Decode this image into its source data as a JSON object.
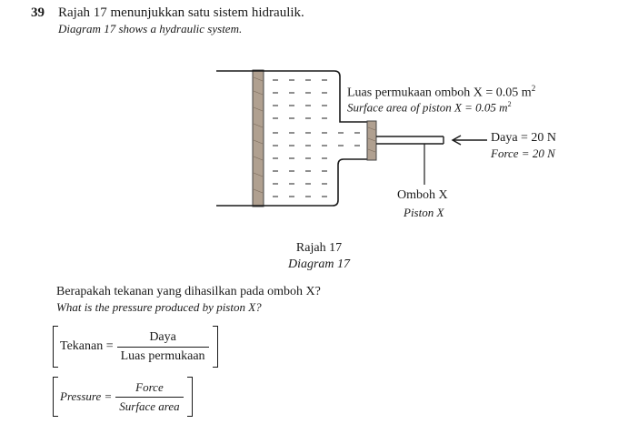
{
  "question": {
    "number": "39",
    "text_ms": "Rajah 17 menunjukkan satu sistem hidraulik.",
    "text_en": "Diagram 17 shows a hydraulic system."
  },
  "diagram": {
    "surface_label_ms_prefix": "Luas permukaan omboh X = 0.05 m",
    "surface_label_en_prefix": "Surface area of piston X = 0.05 m",
    "superscript": "2",
    "force_label_ms": "Daya = 20 N",
    "force_label_en": "Force = 20 N",
    "piston_label_ms": "Omboh X",
    "piston_label_en": "Piston X",
    "colors": {
      "piston": "#b0a090",
      "liquid_line": "#333333"
    }
  },
  "caption": {
    "ms": "Rajah 17",
    "en": "Diagram 17"
  },
  "ask": {
    "ms": "Berapakah tekanan yang dihasilkan pada omboh X?",
    "en": "What is the pressure produced by piston X?"
  },
  "formula_ms": {
    "lhs": "Tekanan =",
    "numerator": "Daya",
    "denominator": "Luas permukaan"
  },
  "formula_en": {
    "lhs": "Pressure =",
    "numerator": "Force",
    "denominator": "Surface area"
  }
}
